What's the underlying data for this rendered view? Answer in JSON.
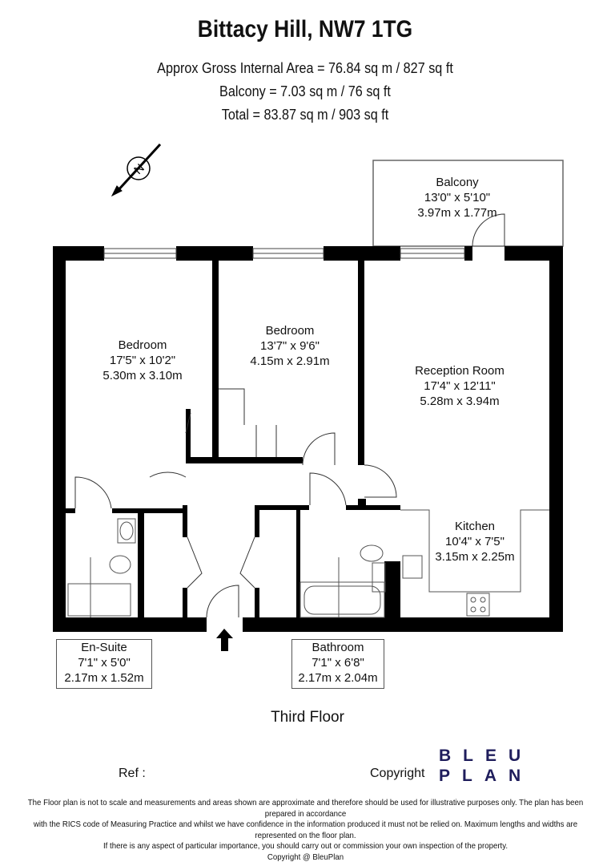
{
  "title": "Bittacy Hill, NW7 1TG",
  "areas": [
    "Approx Gross Internal Area = 76.84 sq m / 827 sq ft",
    "Balcony = 7.03 sq m / 76 sq ft",
    "Total = 83.87 sq m / 903 sq ft"
  ],
  "compass": {
    "label": "N",
    "icon": "north-arrow-icon"
  },
  "rooms": {
    "balcony": {
      "name": "Balcony",
      "imperial": "13'0\" x 5'10\"",
      "metric": "3.97m x 1.77m"
    },
    "bedroom1": {
      "name": "Bedroom",
      "imperial": "17'5\" x 10'2\"",
      "metric": "5.30m x 3.10m"
    },
    "bedroom2": {
      "name": "Bedroom",
      "imperial": "13'7\" x 9'6\"",
      "metric": "4.15m x 2.91m"
    },
    "reception": {
      "name": "Reception Room",
      "imperial": "17'4\" x 12'11\"",
      "metric": "5.28m x 3.94m"
    },
    "kitchen": {
      "name": "Kitchen",
      "imperial": "10'4\" x 7'5\"",
      "metric": "3.15m x 2.25m"
    },
    "ensuite": {
      "name": "En-Suite",
      "imperial": "7'1\" x 5'0\"",
      "metric": "2.17m x 1.52m"
    },
    "bathroom": {
      "name": "Bathroom",
      "imperial": "7'1\" x 6'8\"",
      "metric": "2.17m x 2.04m"
    }
  },
  "floor_label": "Third Floor",
  "ref_label": "Ref  :",
  "copyright_label": "Copyright",
  "logo": {
    "line1": "BLEU",
    "line2": "PLAN",
    "color": "#1f1d5c"
  },
  "disclaimer": [
    "The Floor plan is not to scale and measurements and areas shown are approximate and therefore should be used for illustrative purposes only. The plan has been prepared in accordance",
    "with the RICS code of Measuring Practice and whilst we have confidence in the information produced it must not be relied on. Maximum lengths and widths are represented on the floor plan.",
    "If there is any aspect of particular importance, you should carry out or commission your own inspection of the property.",
    "Copyright @ BleuPlan"
  ]
}
